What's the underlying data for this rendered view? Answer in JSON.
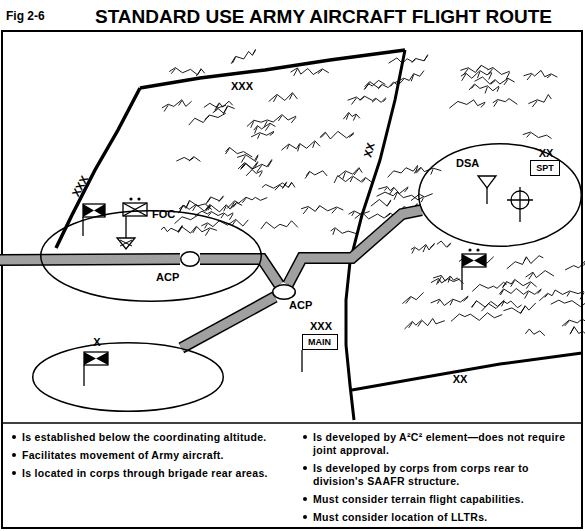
{
  "diagram": {
    "title": "STANDARD USE ARMY AIRCRAFT FLIGHT ROUTE",
    "nodes": [
      {
        "text": [
          "DSA"
        ]
      },
      {
        "text": [
          "XX",
          "SPT"
        ],
        "in": 0
      },
      {
        "text": [
          "FOC"
        ]
      },
      {
        "text": [
          "ACP"
        ],
        "in": 2
      },
      {
        "text": [
          "ACP"
        ]
      },
      {
        "text": [
          "XXX",
          "MAIN"
        ]
      },
      {
        "text": [
          "X"
        ]
      }
    ],
    "edges": [
      {
        "from": 3,
        "to": 4,
        "arrow": "none"
      },
      {
        "from": 4,
        "to": 0,
        "arrow": "none"
      },
      {
        "from": 6,
        "to": 4,
        "arrow": "none"
      }
    ],
    "labels": [
      "Fig 2-6",
      "XXX",
      "XXX",
      "XX",
      "XX",
      "Is established below the coordinating altitude.",
      "Facilitates movement of Army aircraft.",
      "Is located in corps through brigade rear areas.",
      "Is developed by A²C² element—does not require joint approval.",
      "Is developed by corps from corps rear to division's SAAFR structure.",
      "Must consider terrain flight capabilities.",
      "Must consider location of LLTRs."
    ]
  }
}
